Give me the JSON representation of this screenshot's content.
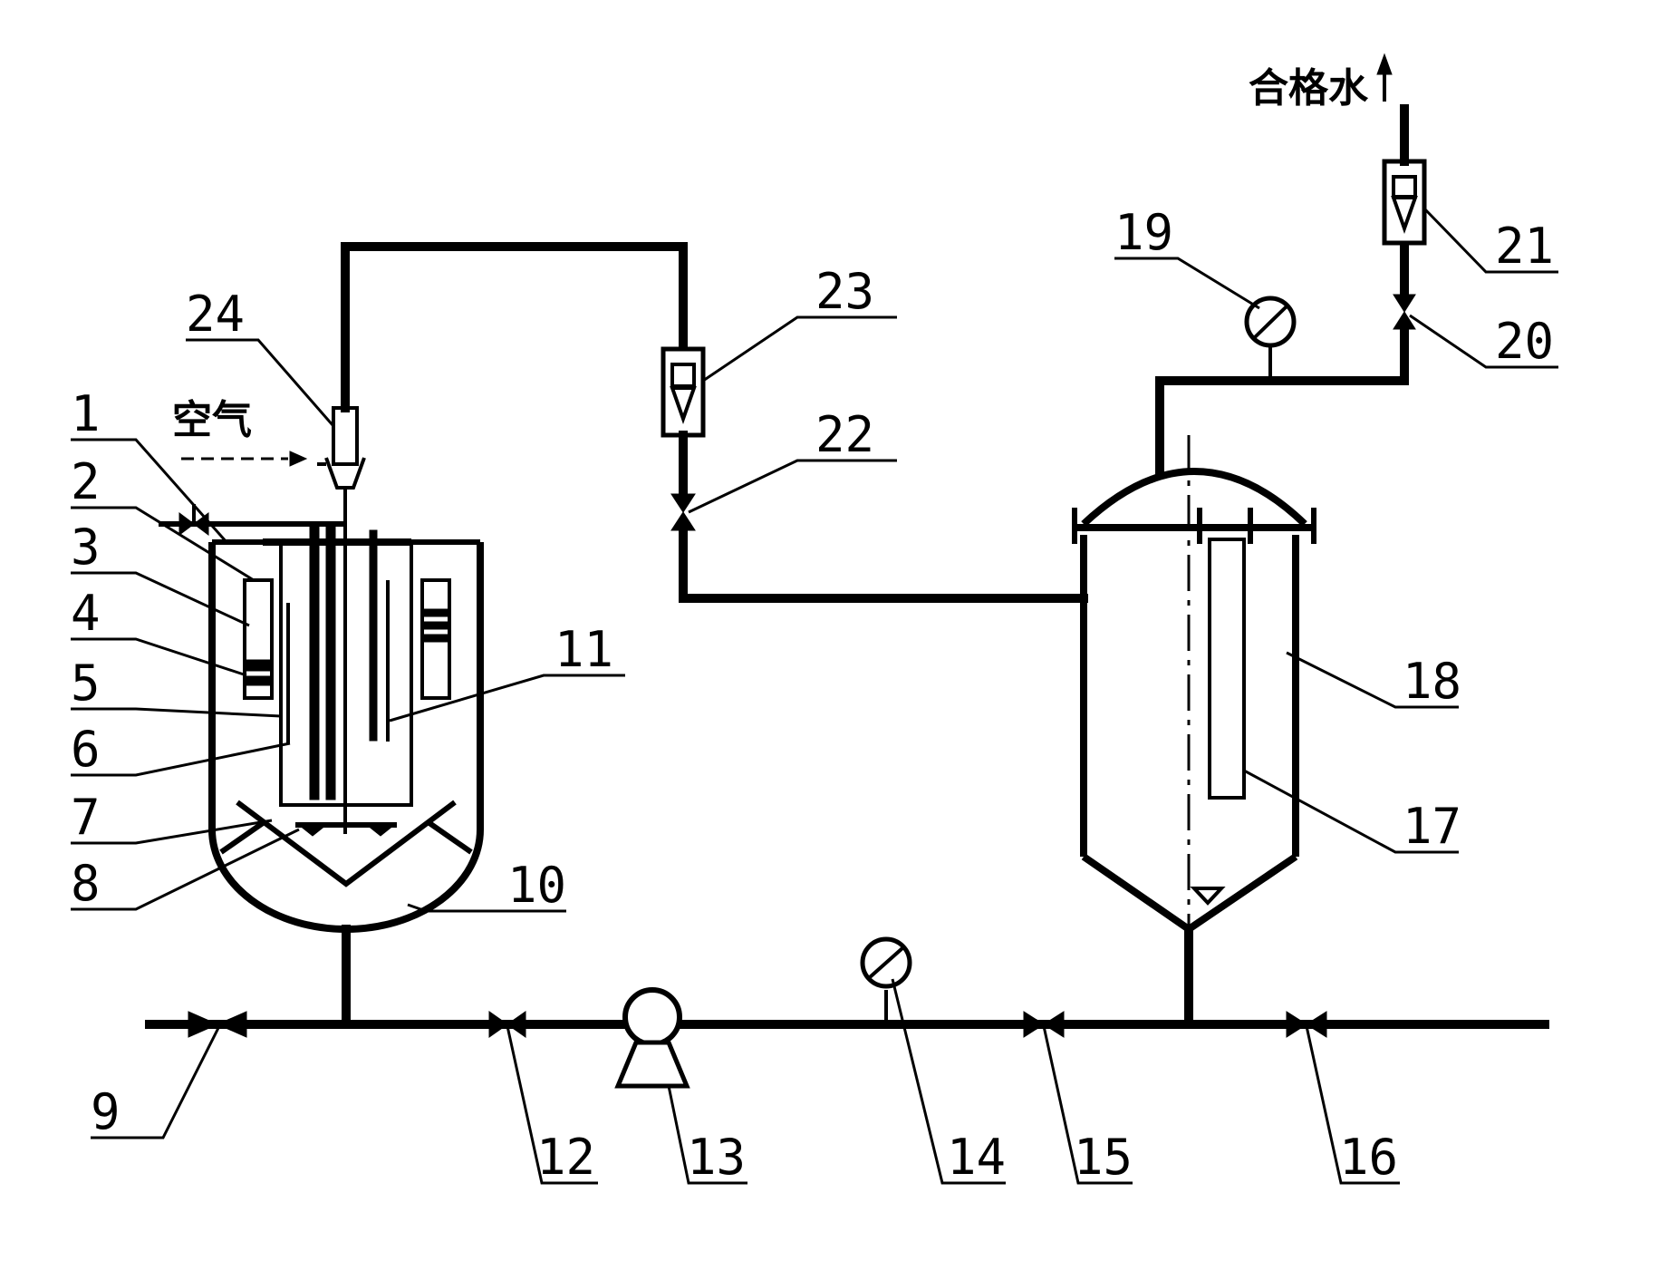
{
  "labels": {
    "air": "空气",
    "qualified_water": "合格水"
  },
  "parts": [
    "1",
    "2",
    "3",
    "4",
    "5",
    "6",
    "7",
    "8",
    "9",
    "10",
    "11",
    "12",
    "13",
    "14",
    "15",
    "16",
    "17",
    "18",
    "19",
    "20",
    "21",
    "22",
    "23",
    "24"
  ]
}
